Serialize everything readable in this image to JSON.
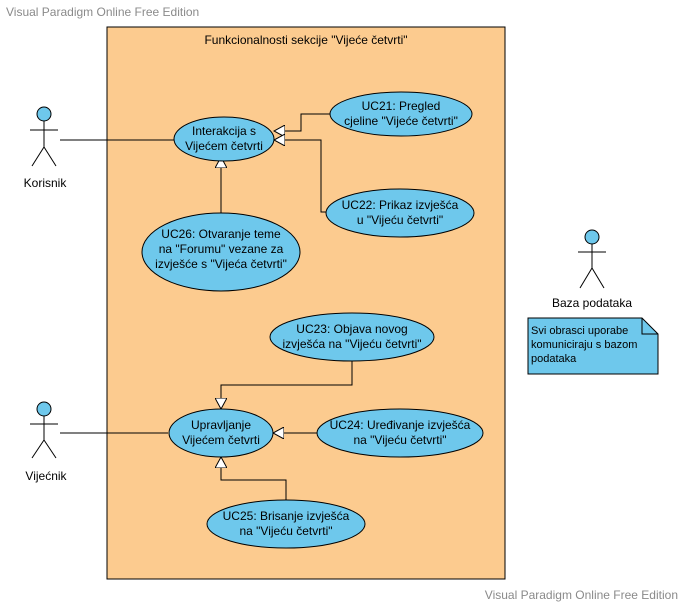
{
  "watermark": {
    "top": "Visual Paradigm Online Free Edition",
    "bottom": "Visual Paradigm Online Free Edition"
  },
  "system": {
    "title": "Funkcionalnosti sekcije \"Vijeće četvrti\""
  },
  "actors": {
    "korisnik": "Korisnik",
    "vijecnik": "Vijećnik",
    "baza": "Baza podataka"
  },
  "use_cases": {
    "interakcija": [
      "Interakcija s",
      "Vijećem četvrti"
    ],
    "uc21": [
      "UC21: Pregled",
      "cjeline \"Vijeće četvrti\""
    ],
    "uc22": [
      "UC22: Prikaz izvješća",
      "u \"Vijeću četvrti\""
    ],
    "uc26": [
      "UC26: Otvaranje teme",
      "na \"Forumu\" vezane za",
      "izvješće s \"Vijeća četvrti\""
    ],
    "uc23": [
      "UC23: Objava novog",
      "izvješća na \"Vijeću četvrti\""
    ],
    "upravljanje": [
      "Upravljanje",
      "Vijećem četvrti"
    ],
    "uc24": [
      "UC24: Uređivanje izvješća",
      "na \"Vijeću četvrti\""
    ],
    "uc25": [
      "UC25: Brisanje izvješća",
      "na \"Vijeću četvrti\""
    ]
  },
  "note": {
    "lines": [
      "Svi obrasci uporabe",
      "komuniciraju s bazom",
      "podataka"
    ]
  },
  "colors": {
    "system_fill": "#fccb8f",
    "usecase_fill": "#6ec8ec",
    "actor_fill": "#6ec8ec",
    "note_fill": "#6ec8ec"
  }
}
